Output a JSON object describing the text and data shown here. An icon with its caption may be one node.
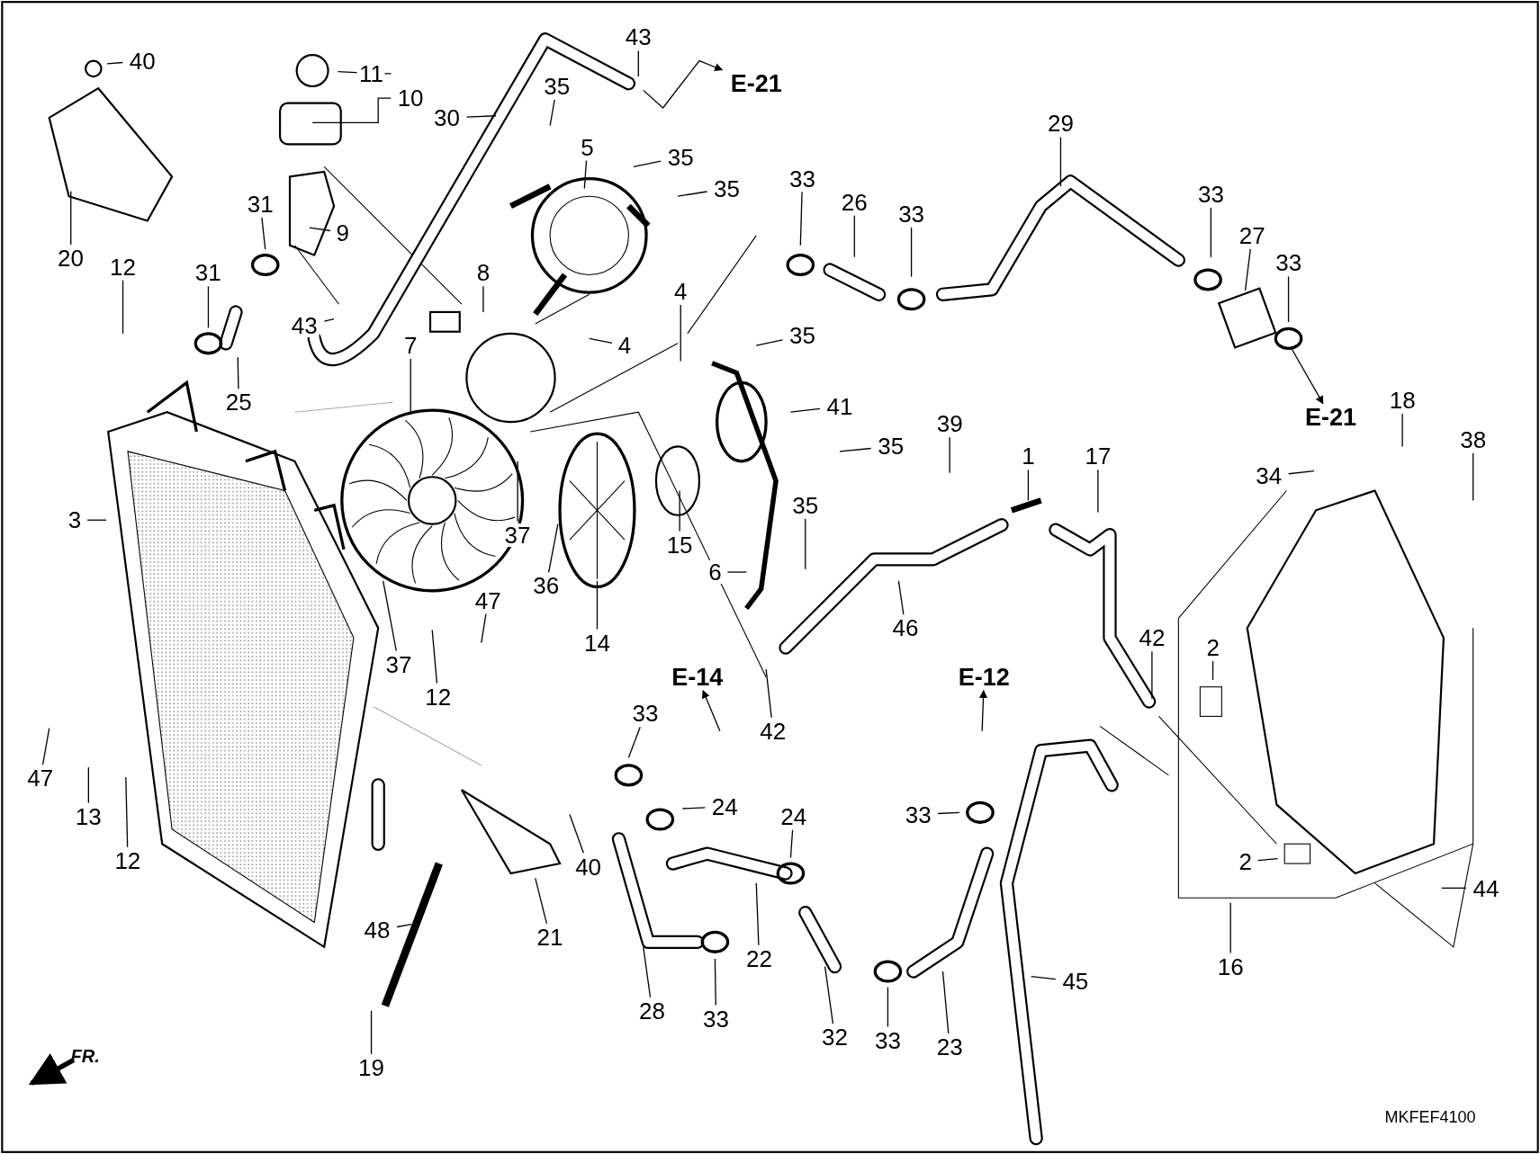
{
  "diagram": {
    "nodes": [
      {
        "text": [
          "40"
        ]
      },
      {
        "text": [
          "11"
        ]
      },
      {
        "text": [
          "10"
        ]
      },
      {
        "text": [
          "20"
        ]
      },
      {
        "text": [
          "12"
        ]
      },
      {
        "text": [
          "31"
        ]
      },
      {
        "text": [
          "31"
        ]
      },
      {
        "text": [
          "9"
        ]
      },
      {
        "text": [
          "25"
        ]
      },
      {
        "text": [
          "43"
        ]
      },
      {
        "text": [
          "30"
        ]
      },
      {
        "text": [
          "35"
        ]
      },
      {
        "text": [
          "5"
        ]
      },
      {
        "text": [
          "35"
        ]
      },
      {
        "text": [
          "35"
        ]
      },
      {
        "text": [
          "43"
        ]
      },
      {
        "text": [
          "8"
        ]
      },
      {
        "text": [
          "4"
        ]
      },
      {
        "text": [
          "4"
        ]
      },
      {
        "text": [
          "35"
        ]
      },
      {
        "text": [
          "41"
        ]
      },
      {
        "text": [
          "35"
        ]
      },
      {
        "text": [
          "35"
        ]
      },
      {
        "text": [
          "6"
        ]
      },
      {
        "text": [
          "7"
        ]
      },
      {
        "text": [
          "3"
        ]
      },
      {
        "text": [
          "37"
        ]
      },
      {
        "text": [
          "36"
        ]
      },
      {
        "text": [
          "15"
        ]
      },
      {
        "text": [
          "14"
        ]
      },
      {
        "text": [
          "37"
        ]
      },
      {
        "text": [
          "12"
        ]
      },
      {
        "text": [
          "47"
        ]
      },
      {
        "text": [
          "42"
        ]
      },
      {
        "text": [
          "47"
        ]
      },
      {
        "text": [
          "13"
        ]
      },
      {
        "text": [
          "12"
        ]
      },
      {
        "text": [
          "33"
        ]
      },
      {
        "text": [
          "26"
        ]
      },
      {
        "text": [
          "33"
        ]
      },
      {
        "text": [
          "29"
        ]
      },
      {
        "text": [
          "33"
        ]
      },
      {
        "text": [
          "27"
        ]
      },
      {
        "text": [
          "33"
        ]
      },
      {
        "text": [
          "39"
        ]
      },
      {
        "text": [
          "1"
        ]
      },
      {
        "text": [
          "17"
        ]
      },
      {
        "text": [
          "46"
        ]
      },
      {
        "text": [
          "42"
        ]
      },
      {
        "text": [
          "2"
        ]
      },
      {
        "text": [
          "18"
        ]
      },
      {
        "text": [
          "38"
        ]
      },
      {
        "text": [
          "34"
        ]
      },
      {
        "text": [
          "2"
        ]
      },
      {
        "text": [
          "44"
        ]
      },
      {
        "text": [
          "16"
        ]
      },
      {
        "text": [
          "33"
        ]
      },
      {
        "text": [
          "24"
        ]
      },
      {
        "text": [
          "24"
        ]
      },
      {
        "text": [
          "40"
        ]
      },
      {
        "text": [
          "21"
        ]
      },
      {
        "text": [
          "48"
        ]
      },
      {
        "text": [
          "28"
        ]
      },
      {
        "text": [
          "33"
        ]
      },
      {
        "text": [
          "22"
        ]
      },
      {
        "text": [
          "32"
        ]
      },
      {
        "text": [
          "33"
        ]
      },
      {
        "text": [
          "23"
        ]
      },
      {
        "text": [
          "33"
        ]
      },
      {
        "text": [
          "45"
        ]
      },
      {
        "text": [
          "19"
        ]
      },
      {
        "text": [
          "E-21"
        ]
      },
      {
        "text": [
          "E-21"
        ]
      },
      {
        "text": [
          "E-14"
        ]
      },
      {
        "text": [
          "E-12"
        ]
      }
    ],
    "edges": [
      {
        "from": 0,
        "to": null,
        "arrow": "none"
      },
      {
        "from": 1,
        "to": null,
        "arrow": "none"
      },
      {
        "from": 2,
        "to": null,
        "arrow": "none"
      },
      {
        "from": 3,
        "to": null,
        "arrow": "none"
      },
      {
        "from": 4,
        "to": null,
        "arrow": "none"
      },
      {
        "from": 5,
        "to": null,
        "arrow": "none"
      },
      {
        "from": 6,
        "to": null,
        "arrow": "none"
      },
      {
        "from": 7,
        "to": null,
        "arrow": "none"
      },
      {
        "from": 8,
        "to": null,
        "arrow": "none"
      },
      {
        "from": 9,
        "to": null,
        "arrow": "none"
      },
      {
        "from": 10,
        "to": null,
        "arrow": "none"
      },
      {
        "from": 11,
        "to": null,
        "arrow": "none"
      },
      {
        "from": 12,
        "to": null,
        "arrow": "none"
      },
      {
        "from": 13,
        "to": null,
        "arrow": "none"
      },
      {
        "from": 14,
        "to": null,
        "arrow": "none"
      },
      {
        "from": 15,
        "to": null,
        "arrow": "none"
      },
      {
        "from": 16,
        "to": null,
        "arrow": "none"
      },
      {
        "from": 17,
        "to": null,
        "arrow": "none"
      },
      {
        "from": 18,
        "to": null,
        "arrow": "none"
      },
      {
        "from": 19,
        "to": null,
        "arrow": "none"
      },
      {
        "from": 20,
        "to": null,
        "arrow": "none"
      },
      {
        "from": 21,
        "to": null,
        "arrow": "none"
      },
      {
        "from": 22,
        "to": null,
        "arrow": "none"
      },
      {
        "from": 23,
        "to": null,
        "arrow": "none"
      },
      {
        "from": 24,
        "to": null,
        "arrow": "none"
      },
      {
        "from": 25,
        "to": null,
        "arrow": "none"
      },
      {
        "from": 26,
        "to": null,
        "arrow": "none"
      },
      {
        "from": 27,
        "to": null,
        "arrow": "none"
      },
      {
        "from": 28,
        "to": null,
        "arrow": "none"
      },
      {
        "from": 29,
        "to": null,
        "arrow": "none"
      },
      {
        "from": 30,
        "to": null,
        "arrow": "none"
      },
      {
        "from": 31,
        "to": null,
        "arrow": "none"
      },
      {
        "from": 32,
        "to": null,
        "arrow": "none"
      },
      {
        "from": 33,
        "to": null,
        "arrow": "none"
      },
      {
        "from": 34,
        "to": null,
        "arrow": "none"
      },
      {
        "from": 35,
        "to": null,
        "arrow": "none"
      },
      {
        "from": 36,
        "to": null,
        "arrow": "none"
      },
      {
        "from": 37,
        "to": null,
        "arrow": "none"
      },
      {
        "from": 38,
        "to": null,
        "arrow": "none"
      },
      {
        "from": 39,
        "to": null,
        "arrow": "none"
      },
      {
        "from": 40,
        "to": null,
        "arrow": "none"
      },
      {
        "from": 41,
        "to": null,
        "arrow": "none"
      },
      {
        "from": 42,
        "to": null,
        "arrow": "none"
      },
      {
        "from": 43,
        "to": null,
        "arrow": "none"
      },
      {
        "from": 44,
        "to": null,
        "arrow": "none"
      },
      {
        "from": 45,
        "to": null,
        "arrow": "none"
      },
      {
        "from": 46,
        "to": null,
        "arrow": "none"
      },
      {
        "from": 47,
        "to": null,
        "arrow": "none"
      },
      {
        "from": 48,
        "to": null,
        "arrow": "none"
      },
      {
        "from": 49,
        "to": null,
        "arrow": "none"
      },
      {
        "from": 50,
        "to": null,
        "arrow": "none"
      },
      {
        "from": 51,
        "to": null,
        "arrow": "none"
      },
      {
        "from": 52,
        "to": null,
        "arrow": "none"
      },
      {
        "from": 53,
        "to": null,
        "arrow": "none"
      },
      {
        "from": 54,
        "to": null,
        "arrow": "none"
      },
      {
        "from": 55,
        "to": null,
        "arrow": "none"
      },
      {
        "from": 56,
        "to": null,
        "arrow": "none"
      },
      {
        "from": 57,
        "to": null,
        "arrow": "none"
      },
      {
        "from": 58,
        "to": null,
        "arrow": "none"
      },
      {
        "from": 59,
        "to": null,
        "arrow": "none"
      },
      {
        "from": 60,
        "to": null,
        "arrow": "none"
      },
      {
        "from": 61,
        "to": null,
        "arrow": "none"
      },
      {
        "from": 62,
        "to": null,
        "arrow": "none"
      },
      {
        "from": 63,
        "to": null,
        "arrow": "none"
      },
      {
        "from": 64,
        "to": null,
        "arrow": "none"
      },
      {
        "from": 65,
        "to": null,
        "arrow": "none"
      },
      {
        "from": 66,
        "to": null,
        "arrow": "none"
      },
      {
        "from": 67,
        "to": null,
        "arrow": "none"
      },
      {
        "from": 68,
        "to": null,
        "arrow": "none"
      },
      {
        "from": 69,
        "to": null,
        "arrow": "none"
      },
      {
        "from": 70,
        "to": null,
        "arrow": "none"
      },
      {
        "from": null,
        "to": 71,
        "arrow": "to"
      },
      {
        "from": null,
        "to": 72,
        "arrow": "to"
      },
      {
        "from": null,
        "to": 73,
        "arrow": "to"
      },
      {
        "from": null,
        "to": 74,
        "arrow": "to"
      }
    ],
    "labels": [
      "FR.",
      "MKFEF4100"
    ]
  }
}
